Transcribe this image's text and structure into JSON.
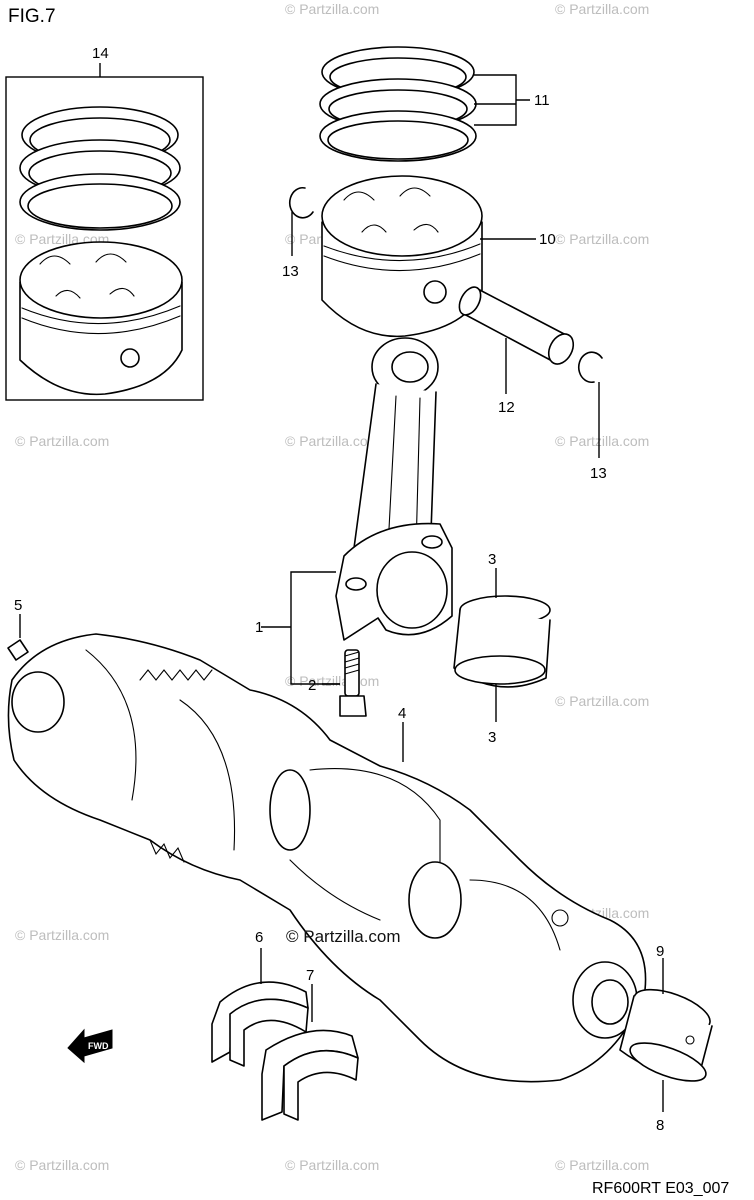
{
  "figure_title": "FIG.7",
  "diagram_code": "RF600RT E03_007",
  "center_watermark": "© Partzilla.com",
  "watermark_text": "© Partzilla.com",
  "callouts": {
    "c1": "1",
    "c2": "2",
    "c3a": "3",
    "c3b": "3",
    "c4": "4",
    "c5": "5",
    "c6": "6",
    "c7": "7",
    "c8": "8",
    "c9": "9",
    "c10": "10",
    "c11": "11",
    "c12": "12",
    "c13a": "13",
    "c13b": "13",
    "c14": "14"
  },
  "fwd_mark": "FWD"
}
